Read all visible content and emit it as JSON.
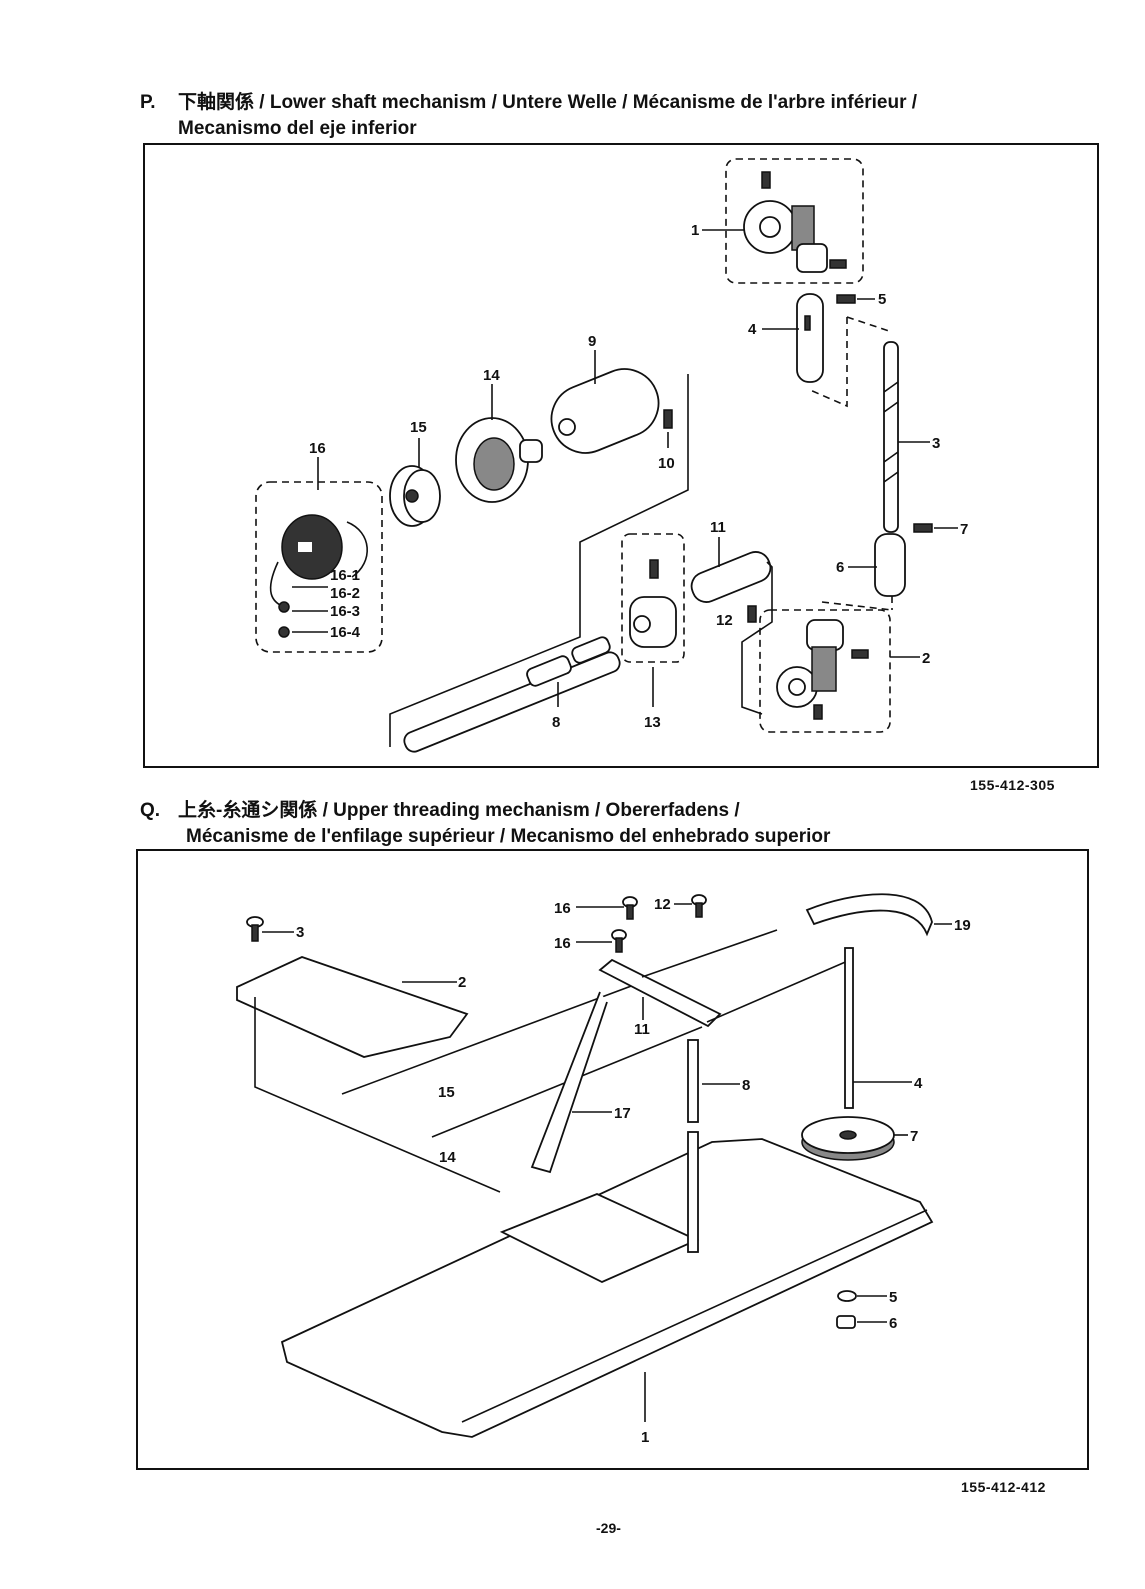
{
  "sectionP": {
    "letter": "P.",
    "title_line1": "下軸関係 / Lower shaft mechanism / Untere Welle / Mécanisme de l'arbre inférieur /",
    "title_line2": "Mecanismo del eje inferior",
    "drawing_code": "155-412-305",
    "callouts": [
      "1",
      "2",
      "3",
      "4",
      "5",
      "6",
      "7",
      "8",
      "9",
      "10",
      "11",
      "12",
      "13",
      "14",
      "15",
      "16",
      "16-1",
      "16-2",
      "16-3",
      "16-4"
    ]
  },
  "sectionQ": {
    "letter": "Q.",
    "title_line1": "上糸-糸通シ関係 / Upper threading mechanism / Obererfadens /",
    "title_line2": "Mécanisme de l'enfilage supérieur / Mecanismo del enhebrado superior",
    "drawing_code": "155-412-412",
    "callouts": [
      "1",
      "2",
      "3",
      "4",
      "5",
      "6",
      "7",
      "8",
      "11",
      "12",
      "14",
      "15",
      "16",
      "16",
      "17",
      "19"
    ]
  },
  "page_number": "-29-"
}
